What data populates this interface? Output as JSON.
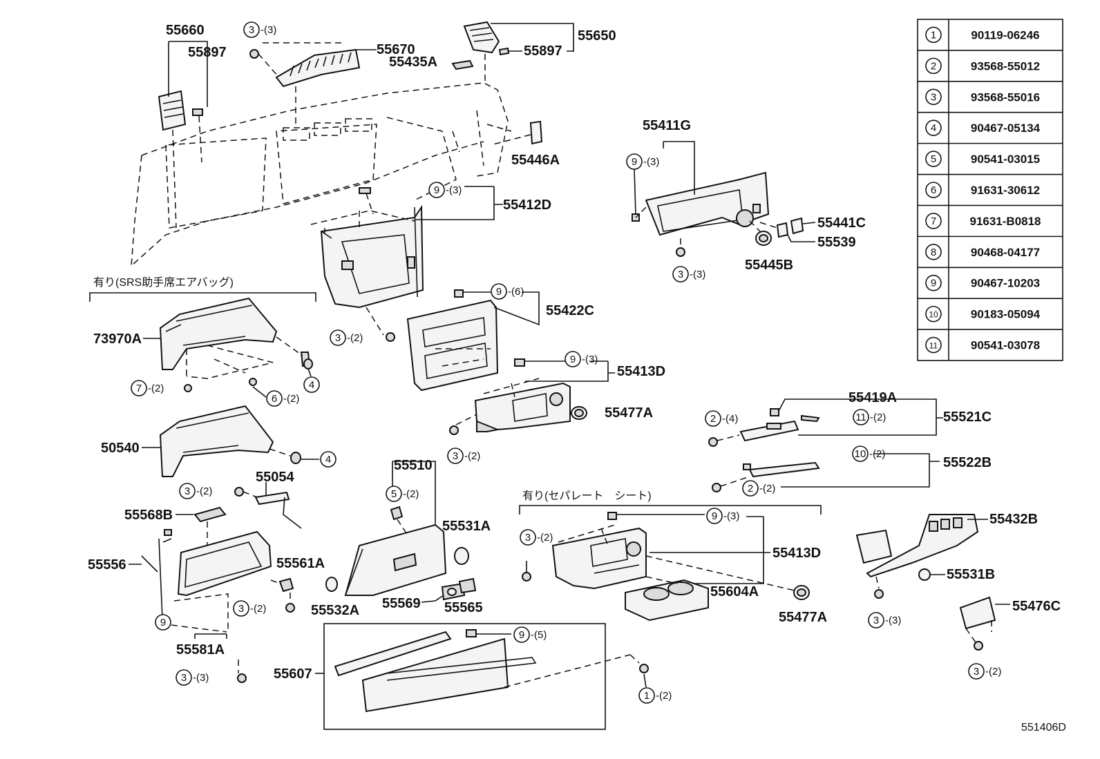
{
  "diagram_code": "551406D",
  "notes": {
    "srs": "有り(SRS助手席エアバッグ)",
    "separate_seat": "有り(セパレート　シート)"
  },
  "labels": {
    "p55660": "55660",
    "p55897a": "55897",
    "p55670": "55670",
    "p55435A": "55435A",
    "p55650": "55650",
    "p55897b": "55897",
    "p55446A": "55446A",
    "p55412D": "55412D",
    "p55411G": "55411G",
    "p55441C": "55441C",
    "p55539": "55539",
    "p55445B": "55445B",
    "p73970A": "73970A",
    "p55422C": "55422C",
    "p55413Da": "55413D",
    "p55477Aa": "55477A",
    "p50540": "50540",
    "p55054": "55054",
    "p55568B": "55568B",
    "p55556": "55556",
    "p55561A": "55561A",
    "p55581A": "55581A",
    "p55510": "55510",
    "p55531A": "55531A",
    "p55532A": "55532A",
    "p55569": "55569",
    "p55565": "55565",
    "p55607": "55607",
    "p55419A": "55419A",
    "p55521C": "55521C",
    "p55522B": "55522B",
    "p55413Db": "55413D",
    "p55604A": "55604A",
    "p55477Ab": "55477A",
    "p55432B": "55432B",
    "p55531B": "55531B",
    "p55476C": "55476C"
  },
  "fasteners": {
    "f1": {
      "n": "3",
      "q": "-(3)"
    },
    "f2": {
      "n": "9",
      "q": "-(3)"
    },
    "f3": {
      "n": "9",
      "q": "-(3)"
    },
    "f4": {
      "n": "3",
      "q": "-(3)"
    },
    "f5": {
      "n": "9",
      "q": "-(6)"
    },
    "f6": {
      "n": "3",
      "q": "-(2)"
    },
    "f7": {
      "n": "7",
      "q": "-(2)"
    },
    "f8": {
      "n": "6",
      "q": "-(2)"
    },
    "f9": {
      "n": "4",
      "q": ""
    },
    "f10": {
      "n": "9",
      "q": "-(3)"
    },
    "f11": {
      "n": "3",
      "q": "-(2)"
    },
    "f12": {
      "n": "4",
      "q": ""
    },
    "f13": {
      "n": "3",
      "q": "-(2)"
    },
    "f14": {
      "n": "5",
      "q": "-(2)"
    },
    "f15": {
      "n": "3",
      "q": "-(2)"
    },
    "f16": {
      "n": "9",
      "q": ""
    },
    "f17": {
      "n": "3",
      "q": "-(3)"
    },
    "f18": {
      "n": "9",
      "q": "-(5)"
    },
    "f19": {
      "n": "1",
      "q": "-(2)"
    },
    "f20": {
      "n": "2",
      "q": "-(4)"
    },
    "f21": {
      "n": "11",
      "q": "-(2)"
    },
    "f22": {
      "n": "10",
      "q": "-(2)"
    },
    "f23": {
      "n": "2",
      "q": "-(2)"
    },
    "f24": {
      "n": "3",
      "q": "-(2)"
    },
    "f25": {
      "n": "9",
      "q": "-(3)"
    },
    "f26": {
      "n": "3",
      "q": "-(3)"
    },
    "f27": {
      "n": "3",
      "q": "-(2)"
    }
  },
  "parts_table": [
    {
      "no": "1",
      "part": "90119-06246"
    },
    {
      "no": "2",
      "part": "93568-55012"
    },
    {
      "no": "3",
      "part": "93568-55016"
    },
    {
      "no": "4",
      "part": "90467-05134"
    },
    {
      "no": "5",
      "part": "90541-03015"
    },
    {
      "no": "6",
      "part": "91631-30612"
    },
    {
      "no": "7",
      "part": "91631-B0818"
    },
    {
      "no": "8",
      "part": "90468-04177"
    },
    {
      "no": "9",
      "part": "90467-10203"
    },
    {
      "no": "10",
      "part": "90183-05094"
    },
    {
      "no": "11",
      "part": "90541-03078"
    }
  ]
}
